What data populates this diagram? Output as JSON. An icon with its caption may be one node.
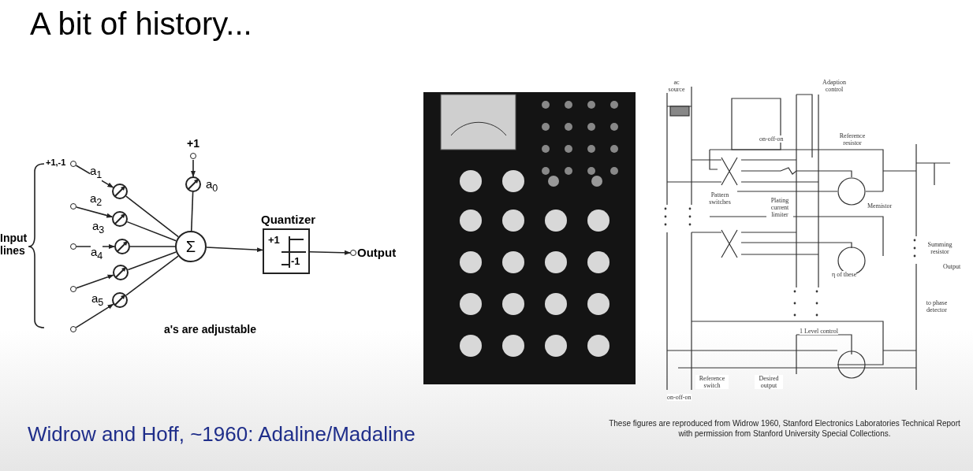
{
  "diagram": {
    "title": "A bit of history...",
    "caption": "Widrow and Hoff, ~1960: Adaline/Madaline",
    "nodes": [
      {
        "text": [],
        "shape": "circle"
      },
      {
        "text": [],
        "shape": "circle"
      },
      {
        "text": [],
        "shape": "circle"
      },
      {
        "text": [],
        "shape": "circle"
      },
      {
        "text": [],
        "shape": "circle"
      },
      {
        "text": [
          "a$_{1}$"
        ]
      },
      {
        "text": [
          "a$_{2}$"
        ]
      },
      {
        "text": [
          "a$_{3}$"
        ]
      },
      {
        "text": [
          "a$_{4}$"
        ]
      },
      {
        "text": [
          "a$_{5}$"
        ]
      },
      {
        "text": [
          "+1"
        ]
      },
      {
        "text": [
          "a$_{0}$"
        ]
      },
      {
        "text": [
          "Σ"
        ]
      },
      {
        "text": [
          "Quantizer",
          "+1",
          "-1"
        ]
      },
      {
        "text": [
          "Output"
        ]
      },
      {
        "text": [],
        "shape": "picture"
      }
    ],
    "edges": [
      {
        "from": 0,
        "to": 5,
        "arrow": "to"
      },
      {
        "from": 1,
        "to": 6,
        "arrow": "to"
      },
      {
        "from": 2,
        "to": 7,
        "arrow": "to"
      },
      {
        "from": 3,
        "to": 8,
        "arrow": "to"
      },
      {
        "from": 4,
        "to": 9,
        "arrow": "to"
      },
      {
        "from": 5,
        "to": 12,
        "arrow": "none"
      },
      {
        "from": 6,
        "to": 12,
        "arrow": "none"
      },
      {
        "from": 7,
        "to": 12,
        "arrow": "none"
      },
      {
        "from": 8,
        "to": 12,
        "arrow": "none"
      },
      {
        "from": 9,
        "to": 12,
        "arrow": "none"
      },
      {
        "from": 10,
        "to": 11,
        "arrow": "to"
      },
      {
        "from": 11,
        "to": 12,
        "arrow": "none"
      },
      {
        "from": 12,
        "to": 13,
        "arrow": "to"
      },
      {
        "from": 13,
        "to": 14,
        "arrow": "to"
      }
    ],
    "labels": [
      "+1,-1",
      "Input lines",
      "a's are adjustable",
      "ac source",
      "Adaption control",
      "on-off-on",
      "Reference resistor",
      "Pattern switches",
      "Plating current limiter",
      "Memistor",
      "η of these",
      "Summing resistor",
      "Output",
      "to phase detector",
      "1 Level control",
      "Reference switch",
      "Desired output",
      "on-off-on",
      "These figures are reproduced from Widrow 1960, Stanford Electronics Laboratories Technical Report with permission from Stanford University Special Collections."
    ]
  }
}
